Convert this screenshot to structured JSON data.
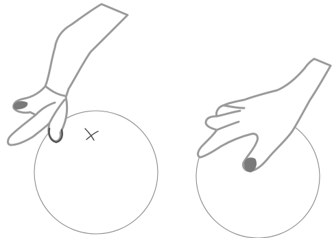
{
  "figure": {
    "panels": [
      {
        "id": "left",
        "elements": [
          "sphere",
          "hand-touching-with-fingertips",
          "x-mark"
        ]
      },
      {
        "id": "right",
        "elements": [
          "sphere",
          "hand-touching-with-thumb-and-finger"
        ]
      }
    ],
    "colors": {
      "outline": "#888888",
      "hand_outline": "#9a9a9a",
      "nail_fill": "#7a7a7a",
      "marker": "#444444",
      "background": "#ffffff"
    }
  }
}
